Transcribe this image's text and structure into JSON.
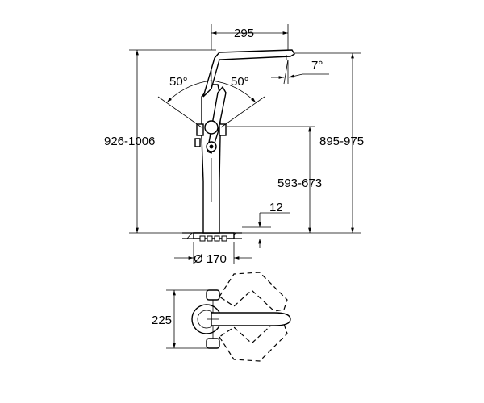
{
  "dimensions": {
    "spout_reach": "295",
    "spout_angle": "7°",
    "lever_angle_left": "50°",
    "lever_angle_right": "50°",
    "total_height": "926-1006",
    "spout_height": "895-975",
    "handshower_holder_height": "593-673",
    "base_offset": "12",
    "base_diameter": "Ø 170",
    "plan_depth": "225"
  }
}
